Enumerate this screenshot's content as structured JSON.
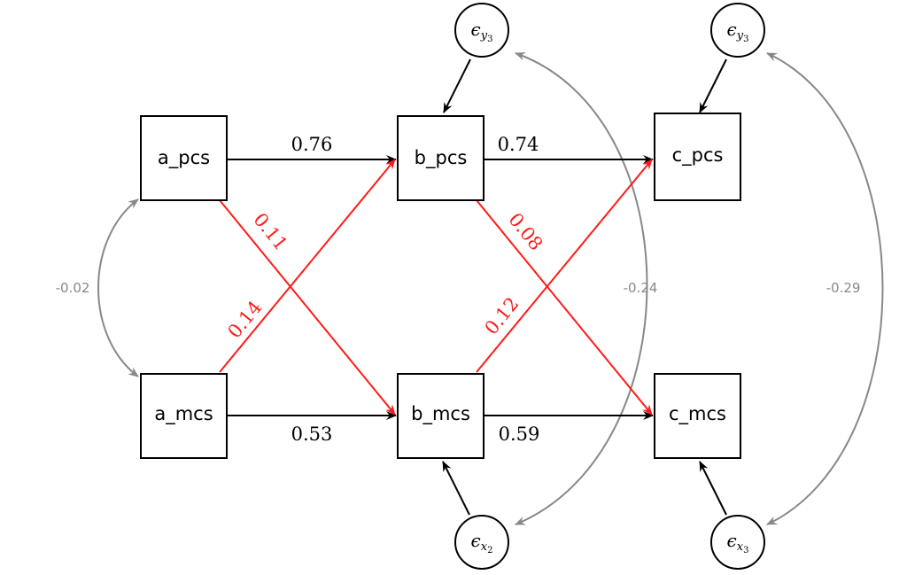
{
  "colors": {
    "regression": "#000000",
    "cross_lag": "#ff1a1a",
    "covariance": "#888888"
  },
  "nodes": {
    "a_pcs": "a_pcs",
    "a_mcs": "a_mcs",
    "b_pcs": "b_pcs",
    "b_mcs": "b_mcs",
    "c_pcs": "c_pcs",
    "c_mcs": "c_mcs"
  },
  "errors": {
    "top_b": {
      "symbol": "ϵ",
      "sub": "y",
      "subsub": "3"
    },
    "top_c": {
      "symbol": "ϵ",
      "sub": "y",
      "subsub": "3"
    },
    "bottom_b": {
      "symbol": "ϵ",
      "sub": "x",
      "subsub": "2"
    },
    "bottom_c": {
      "symbol": "ϵ",
      "sub": "x",
      "subsub": "3"
    }
  },
  "paths": {
    "a_pcs_b_pcs": "0.76",
    "b_pcs_c_pcs": "0.74",
    "a_mcs_b_mcs": "0.53",
    "b_mcs_c_mcs": "0.59",
    "a_pcs_b_mcs": "0.11",
    "a_mcs_b_pcs": "0.14",
    "b_pcs_c_mcs": "0.08",
    "b_mcs_c_pcs": "0.12"
  },
  "covariances": {
    "a": "-0.02",
    "b": "-0.24",
    "c": "-0.29"
  }
}
